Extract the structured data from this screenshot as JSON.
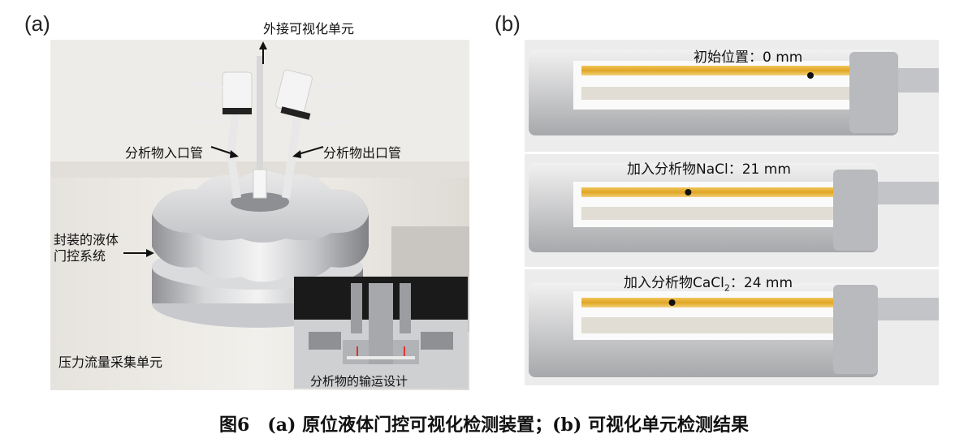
{
  "panel_a": {
    "label": "(a)",
    "ext_unit": "外接可视化单元",
    "inlet": "分析物入口管",
    "outlet": "分析物出口管",
    "gate_line1": "封装的液体",
    "gate_line2": "门控系统",
    "pressure": "压力流量采集单元",
    "inset_caption": "分析物的输运设计"
  },
  "panel_b": {
    "label": "(b)",
    "row1": {
      "text": "初始位置：0 mm",
      "position_mm": 0
    },
    "row2": {
      "text": "加入分析物NaCl：21 mm",
      "position_mm": 21
    },
    "row3": {
      "prefix": "加入分析物CaCl",
      "sub": "2",
      "suffix": "：24 mm",
      "position_mm": 24
    }
  },
  "caption": "图6　(a) 原位液体门控可视化检测装置；(b) 可视化单元检测结果"
}
